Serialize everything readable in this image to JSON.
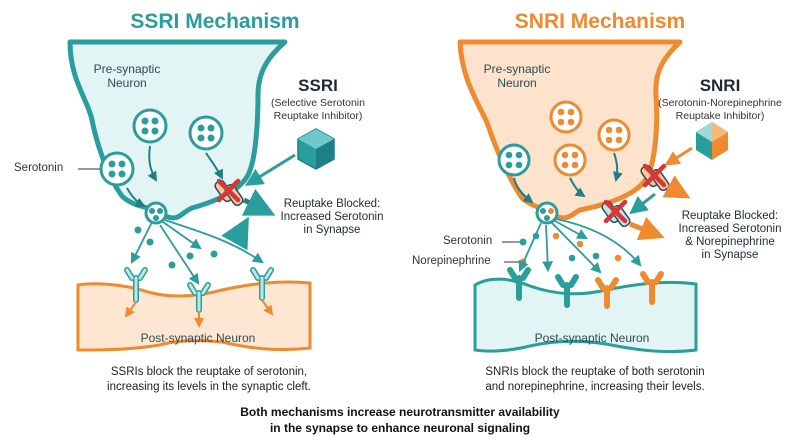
{
  "ssri": {
    "title": "SSRI Mechanism",
    "presynaptic_label": "Pre-synaptic\nNeuron",
    "drug_name": "SSRI",
    "drug_full_name": "(Selective Serotonin\nReuptake Inhibitor)",
    "serotonin_label": "Serotonin",
    "reuptake_blocked": "Reuptake Blocked:\nIncreased Serotonin\nin Synapse",
    "postsynaptic_label": "Post-synaptic Neuron",
    "caption": "SSRIs block the reuptake of serotonin,\nincreasing its levels in the synaptic cleft."
  },
  "snri": {
    "title": "SNRI Mechanism",
    "presynaptic_label": "Pre-synaptic\nNeuron",
    "drug_name": "SNRI",
    "drug_full_name": "(Serotonin-Norepinephrine\nReuptake Inhibitor)",
    "serotonin_label": "Serotonin",
    "norepinephrine_label": "Norepinephrine",
    "reuptake_blocked": "Reuptake Blocked:\nIncreased Serotonin\n& Norepinephrine\nin Synapse",
    "postsynaptic_label": "Post-synaptic Neuron",
    "caption": "SNRIs block the reuptake of both serotonin\nand norepinephrine, increasing their levels."
  },
  "footer": "Both mechanisms increase neurotransmitter availability\nin the synapse to enhance neuronal signaling",
  "colors": {
    "teal": "#2a9d9d",
    "teal_dark": "#1f7f86",
    "orange": "#ef8a30",
    "neuron_fill_ssri": "#e3f4f5",
    "neuron_fill_snri": "#fde3cc",
    "post_fill_ssri": "#fde7d2",
    "post_fill_snri": "#e3f4f5",
    "block_red": "#d93636"
  },
  "icons": {
    "drug": "hexagonal-pill-icon",
    "block": "red-x-icon",
    "receptor": "y-shaped-receptor-icon",
    "transporter": "reuptake-transporter-icon"
  }
}
